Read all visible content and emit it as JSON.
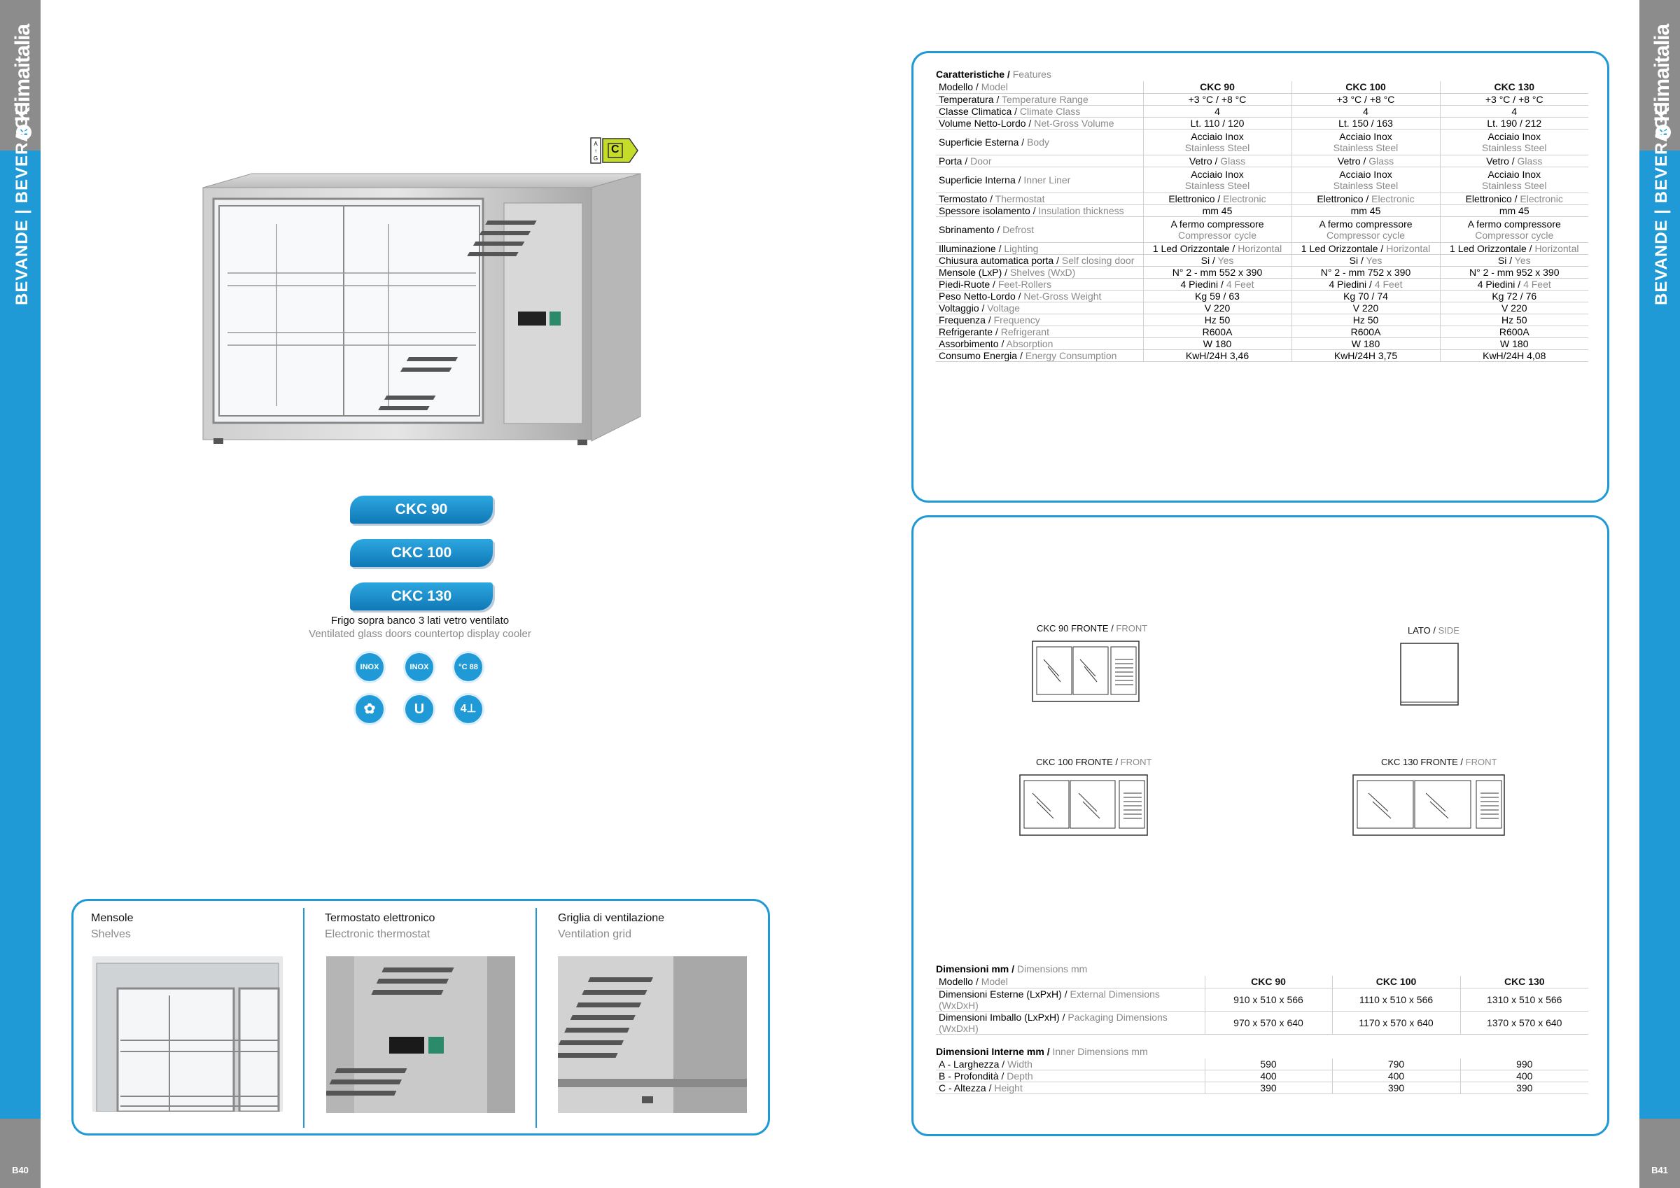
{
  "left_page": {
    "brand": "Klimaitalia",
    "category": "BEVANDE | BEVERAGE",
    "page_number": "B40",
    "energy_class": "C",
    "models": [
      "CKC 90",
      "CKC 100",
      "CKC 130"
    ],
    "description_it": "Frigo sopra banco 3 lati vetro ventilato",
    "description_en": "Ventilated glass doors countertop display cooler",
    "feature_icons": [
      {
        "name": "inox-icon",
        "label": "INOX"
      },
      {
        "name": "inox-shelves-icon",
        "label": "INOX"
      },
      {
        "name": "thermostat-icon",
        "label": "°C 88"
      },
      {
        "name": "fan-icon",
        "label": "✿"
      },
      {
        "name": "magnet-door-icon",
        "label": "U"
      },
      {
        "name": "feet-icon",
        "label": "4⊥"
      }
    ],
    "details": [
      {
        "it": "Mensole",
        "en": "Shelves"
      },
      {
        "it": "Termostato elettronico",
        "en": "Electronic thermostat"
      },
      {
        "it": "Griglia di ventilazione",
        "en": "Ventilation grid"
      }
    ]
  },
  "right_page": {
    "brand": "Klimaitalia",
    "category": "BEVANDE | BEVERAGE",
    "page_number": "B41",
    "features": {
      "title_it": "Caratteristiche",
      "title_en": "Features",
      "header": {
        "it": "Modello",
        "en": "Model",
        "cols": [
          "CKC 90",
          "CKC 100",
          "CKC 130"
        ]
      },
      "rows": [
        {
          "it": "Temperatura",
          "en": "Temperature Range",
          "cells": [
            {
              "a": "+3 °C / +8 °C",
              "b": ""
            },
            {
              "a": "+3 °C / +8 °C",
              "b": ""
            },
            {
              "a": "+3 °C / +8 °C",
              "b": ""
            }
          ]
        },
        {
          "it": "Classe Climatica",
          "en": "Climate Class",
          "cells": [
            {
              "a": "4",
              "b": ""
            },
            {
              "a": "4",
              "b": ""
            },
            {
              "a": "4",
              "b": ""
            }
          ]
        },
        {
          "it": "Volume Netto-Lordo",
          "en": "Net-Gross Volume",
          "cells": [
            {
              "a": "Lt. 110 / 120",
              "b": ""
            },
            {
              "a": "Lt. 150 / 163",
              "b": ""
            },
            {
              "a": "Lt. 190 / 212",
              "b": ""
            }
          ]
        },
        {
          "it": "Superficie Esterna",
          "en": "Body",
          "tall": true,
          "cells": [
            {
              "a": "Acciaio Inox",
              "b": "Stainless Steel"
            },
            {
              "a": "Acciaio Inox",
              "b": "Stainless Steel"
            },
            {
              "a": "Acciaio Inox",
              "b": "Stainless Steel"
            }
          ]
        },
        {
          "it": "Porta",
          "en": "Door",
          "cells": [
            {
              "a": "Vetro / ",
              "b": "Glass",
              "inline": true
            },
            {
              "a": "Vetro / ",
              "b": "Glass",
              "inline": true
            },
            {
              "a": "Vetro / ",
              "b": "Glass",
              "inline": true
            }
          ]
        },
        {
          "it": "Superficie Interna",
          "en": "Inner Liner",
          "tall": true,
          "cells": [
            {
              "a": "Acciaio Inox",
              "b": "Stainless Steel"
            },
            {
              "a": "Acciaio Inox",
              "b": "Stainless Steel"
            },
            {
              "a": "Acciaio Inox",
              "b": "Stainless Steel"
            }
          ]
        },
        {
          "it": "Termostato",
          "en": "Thermostat",
          "cells": [
            {
              "a": "Elettronico / ",
              "b": "Electronic",
              "inline": true
            },
            {
              "a": "Elettronico / ",
              "b": "Electronic",
              "inline": true
            },
            {
              "a": "Elettronico / ",
              "b": "Electronic",
              "inline": true
            }
          ]
        },
        {
          "it": "Spessore isolamento",
          "en": "Insulation thickness",
          "cells": [
            {
              "a": "mm 45",
              "b": ""
            },
            {
              "a": "mm 45",
              "b": ""
            },
            {
              "a": "mm 45",
              "b": ""
            }
          ]
        },
        {
          "it": "Sbrinamento",
          "en": "Defrost",
          "tall": true,
          "cells": [
            {
              "a": "A fermo compressore",
              "b": "Compressor cycle"
            },
            {
              "a": "A fermo compressore",
              "b": "Compressor cycle"
            },
            {
              "a": "A fermo compressore",
              "b": "Compressor cycle"
            }
          ]
        },
        {
          "it": "Illuminazione",
          "en": "Lighting",
          "cells": [
            {
              "a": "1 Led Orizzontale / ",
              "b": "Horizontal",
              "inline": true
            },
            {
              "a": "1 Led Orizzontale / ",
              "b": "Horizontal",
              "inline": true
            },
            {
              "a": "1 Led Orizzontale / ",
              "b": "Horizontal",
              "inline": true
            }
          ]
        },
        {
          "it": "Chiusura automatica porta",
          "en": "Self closing door",
          "cells": [
            {
              "a": "Si / ",
              "b": "Yes",
              "inline": true
            },
            {
              "a": "Si / ",
              "b": "Yes",
              "inline": true
            },
            {
              "a": "Si / ",
              "b": "Yes",
              "inline": true
            }
          ]
        },
        {
          "it": "Mensole (LxP)",
          "en": "Shelves (WxD)",
          "cells": [
            {
              "a": "N° 2 - mm 552 x 390",
              "b": ""
            },
            {
              "a": "N° 2 - mm 752 x 390",
              "b": ""
            },
            {
              "a": "N° 2 - mm 952 x 390",
              "b": ""
            }
          ]
        },
        {
          "it": "Piedi-Ruote",
          "en": "Feet-Rollers",
          "cells": [
            {
              "a": "4 Piedini / ",
              "b": "4 Feet",
              "inline": true
            },
            {
              "a": "4 Piedini / ",
              "b": "4 Feet",
              "inline": true
            },
            {
              "a": "4 Piedini / ",
              "b": "4 Feet",
              "inline": true
            }
          ]
        },
        {
          "it": "Peso Netto-Lordo",
          "en": "Net-Gross Weight",
          "cells": [
            {
              "a": "Kg 59 / 63",
              "b": ""
            },
            {
              "a": "Kg 70 / 74",
              "b": ""
            },
            {
              "a": "Kg 72 / 76",
              "b": ""
            }
          ]
        },
        {
          "it": "Voltaggio",
          "en": "Voltage",
          "cells": [
            {
              "a": "V 220",
              "b": ""
            },
            {
              "a": "V 220",
              "b": ""
            },
            {
              "a": "V 220",
              "b": ""
            }
          ]
        },
        {
          "it": "Frequenza",
          "en": "Frequency",
          "cells": [
            {
              "a": "Hz 50",
              "b": ""
            },
            {
              "a": "Hz 50",
              "b": ""
            },
            {
              "a": "Hz 50",
              "b": ""
            }
          ]
        },
        {
          "it": "Refrigerante",
          "en": "Refrigerant",
          "cells": [
            {
              "a": "R600A",
              "b": ""
            },
            {
              "a": "R600A",
              "b": ""
            },
            {
              "a": "R600A",
              "b": ""
            }
          ]
        },
        {
          "it": "Assorbimento",
          "en": "Absorption",
          "cells": [
            {
              "a": "W 180",
              "b": ""
            },
            {
              "a": "W 180",
              "b": ""
            },
            {
              "a": "W 180",
              "b": ""
            }
          ]
        },
        {
          "it": "Consumo Energia",
          "en": "Energy Consumption",
          "cells": [
            {
              "a": "KwH/24H 3,46",
              "b": ""
            },
            {
              "a": "KwH/24H 3,75",
              "b": ""
            },
            {
              "a": "KwH/24H 4,08",
              "b": ""
            }
          ]
        }
      ]
    },
    "drawings": [
      {
        "it": "CKC 90 FRONTE",
        "en": "FRONT"
      },
      {
        "it": "LATO",
        "en": "SIDE"
      },
      {
        "it": "CKC 100 FRONTE",
        "en": "FRONT"
      },
      {
        "it": "CKC 130 FRONTE",
        "en": "FRONT"
      }
    ],
    "dimensions": {
      "title_it": "Dimensioni mm",
      "title_en": "Dimensions mm",
      "header": {
        "it": "Modello",
        "en": "Model",
        "cols": [
          "CKC 90",
          "CKC 100",
          "CKC 130"
        ]
      },
      "rows": [
        {
          "it": "Dimensioni Esterne (LxPxH)",
          "en": "External Dimensions (WxDxH)",
          "cells": [
            "910 x 510 x 566",
            "1110 x 510 x 566",
            "1310 x 510 x 566"
          ]
        },
        {
          "it": "Dimensioni Imballo (LxPxH)",
          "en": "Packaging Dimensions (WxDxH)",
          "cells": [
            "970 x 570 x 640",
            "1170 x 570 x 640",
            "1370 x 570 x 640"
          ]
        }
      ],
      "inner_title_it": "Dimensioni Interne mm",
      "inner_title_en": "Inner Dimensions mm",
      "inner_rows": [
        {
          "it": "A - Larghezza",
          "en": "Width",
          "cells": [
            "590",
            "790",
            "990"
          ]
        },
        {
          "it": "B - Profondità",
          "en": "Depth",
          "cells": [
            "400",
            "400",
            "400"
          ]
        },
        {
          "it": "C - Altezza",
          "en": "Height",
          "cells": [
            "390",
            "390",
            "390"
          ]
        }
      ]
    }
  }
}
